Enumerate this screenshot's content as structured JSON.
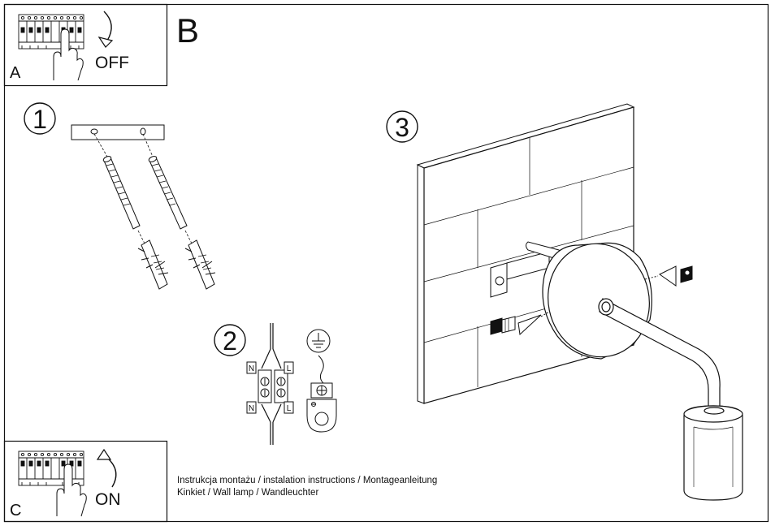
{
  "panels": {
    "a": {
      "letter": "A",
      "switch_text": "OFF"
    },
    "b": {
      "letter": "B"
    },
    "c": {
      "letter": "C",
      "switch_text": "ON"
    }
  },
  "steps": {
    "one": "1",
    "two": "2",
    "three": "3"
  },
  "terminals": {
    "neutral": "N",
    "live": "L"
  },
  "caption": {
    "line1": "Instrukcja montażu / instalation instructions / Montageanleitung",
    "line2": "Kinkiet / Wall lamp / Wandleuchter"
  },
  "colors": {
    "ink": "#111111",
    "paper": "#ffffff"
  },
  "icons": [
    "circuit-breaker-icon",
    "hand-icon",
    "curved-arrow-icon",
    "ground-symbol-icon"
  ]
}
